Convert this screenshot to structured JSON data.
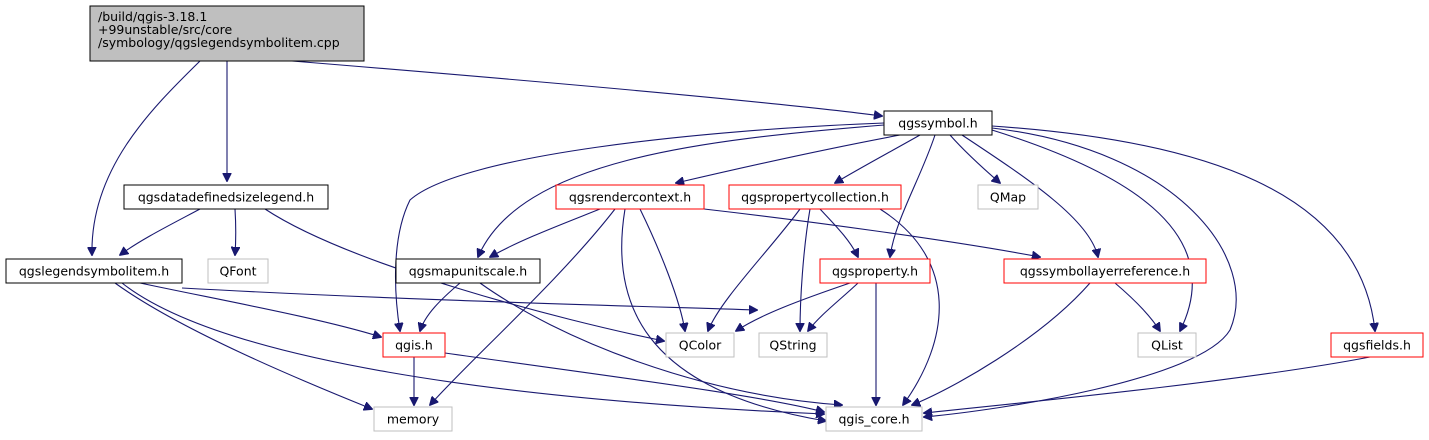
{
  "colors": {
    "edge": "#191970",
    "root_fill": "#bfbfbf",
    "root_border": "#000000",
    "local_border": "#000000",
    "red_border": "#ff0000",
    "external_border": "#bfbfbf",
    "text": "#000000"
  },
  "nodes": {
    "root": {
      "lines": [
        "/build/qgis-3.18.1",
        "+99unstable/src/core",
        "/symbology/qgslegendsymbolitem.cpp"
      ],
      "kind": "root"
    },
    "qgssymbol": {
      "lines": [
        "qgssymbol.h"
      ],
      "kind": "local"
    },
    "qgsdatadefinedsizelegend": {
      "lines": [
        "qgsdatadefinedsizelegend.h"
      ],
      "kind": "local"
    },
    "qgslegendsymbolitem": {
      "lines": [
        "qgslegendsymbolitem.h"
      ],
      "kind": "local"
    },
    "qfont": {
      "lines": [
        "QFont"
      ],
      "kind": "external"
    },
    "qgsrendercontext": {
      "lines": [
        "qgsrendercontext.h"
      ],
      "kind": "red"
    },
    "qgspropertycollection": {
      "lines": [
        "qgspropertycollection.h"
      ],
      "kind": "red"
    },
    "qmap": {
      "lines": [
        "QMap"
      ],
      "kind": "external"
    },
    "qgsmapunitscale": {
      "lines": [
        "qgsmapunitscale.h"
      ],
      "kind": "local"
    },
    "qgsproperty": {
      "lines": [
        "qgsproperty.h"
      ],
      "kind": "red"
    },
    "qgssymbollayerreference": {
      "lines": [
        "qgssymbollayerreference.h"
      ],
      "kind": "red"
    },
    "qgis": {
      "lines": [
        "qgis.h"
      ],
      "kind": "red"
    },
    "qcolor": {
      "lines": [
        "QColor"
      ],
      "kind": "external"
    },
    "qstring": {
      "lines": [
        "QString"
      ],
      "kind": "external"
    },
    "qlist": {
      "lines": [
        "QList"
      ],
      "kind": "external"
    },
    "qgsfields": {
      "lines": [
        "qgsfields.h"
      ],
      "kind": "red"
    },
    "memory": {
      "lines": [
        "memory"
      ],
      "kind": "external"
    },
    "qgis_core": {
      "lines": [
        "qgis_core.h"
      ],
      "kind": "external"
    }
  },
  "edges": [
    [
      "root",
      "qgssymbol"
    ],
    [
      "root",
      "qgsdatadefinedsizelegend"
    ],
    [
      "root",
      "qgslegendsymbolitem"
    ],
    [
      "qgsdatadefinedsizelegend",
      "qgslegendsymbolitem"
    ],
    [
      "qgsdatadefinedsizelegend",
      "qfont"
    ],
    [
      "qgsdatadefinedsizelegend",
      "qcolor"
    ],
    [
      "qgslegendsymbolitem",
      "qgis"
    ],
    [
      "qgslegendsymbolitem",
      "qstring"
    ],
    [
      "qgslegendsymbolitem",
      "memory"
    ],
    [
      "qgslegendsymbolitem",
      "qgis_core"
    ],
    [
      "qgssymbol",
      "qgsrendercontext"
    ],
    [
      "qgssymbol",
      "qgspropertycollection"
    ],
    [
      "qgssymbol",
      "qmap"
    ],
    [
      "qgssymbol",
      "qgsmapunitscale"
    ],
    [
      "qgssymbol",
      "qgsproperty"
    ],
    [
      "qgssymbol",
      "qgssymbollayerreference"
    ],
    [
      "qgssymbol",
      "qgis"
    ],
    [
      "qgssymbol",
      "qlist"
    ],
    [
      "qgssymbol",
      "qgsfields"
    ],
    [
      "qgssymbol",
      "qgis_core"
    ],
    [
      "qgsrendercontext",
      "qgsmapunitscale"
    ],
    [
      "qgsrendercontext",
      "qgssymbollayerreference"
    ],
    [
      "qgsrendercontext",
      "qcolor"
    ],
    [
      "qgsrendercontext",
      "memory"
    ],
    [
      "qgsrendercontext",
      "qgis_core"
    ],
    [
      "qgspropertycollection",
      "qgsproperty"
    ],
    [
      "qgspropertycollection",
      "qcolor"
    ],
    [
      "qgspropertycollection",
      "qstring"
    ],
    [
      "qgspropertycollection",
      "qgis_core"
    ],
    [
      "qgsmapunitscale",
      "qgis"
    ],
    [
      "qgsmapunitscale",
      "qgis_core"
    ],
    [
      "qgsproperty",
      "qcolor"
    ],
    [
      "qgsproperty",
      "qstring"
    ],
    [
      "qgsproperty",
      "qgis_core"
    ],
    [
      "qgssymbollayerreference",
      "qlist"
    ],
    [
      "qgssymbollayerreference",
      "qgis_core"
    ],
    [
      "qgis",
      "memory"
    ],
    [
      "qgis",
      "qgis_core"
    ],
    [
      "qgsfields",
      "qgis_core"
    ]
  ]
}
